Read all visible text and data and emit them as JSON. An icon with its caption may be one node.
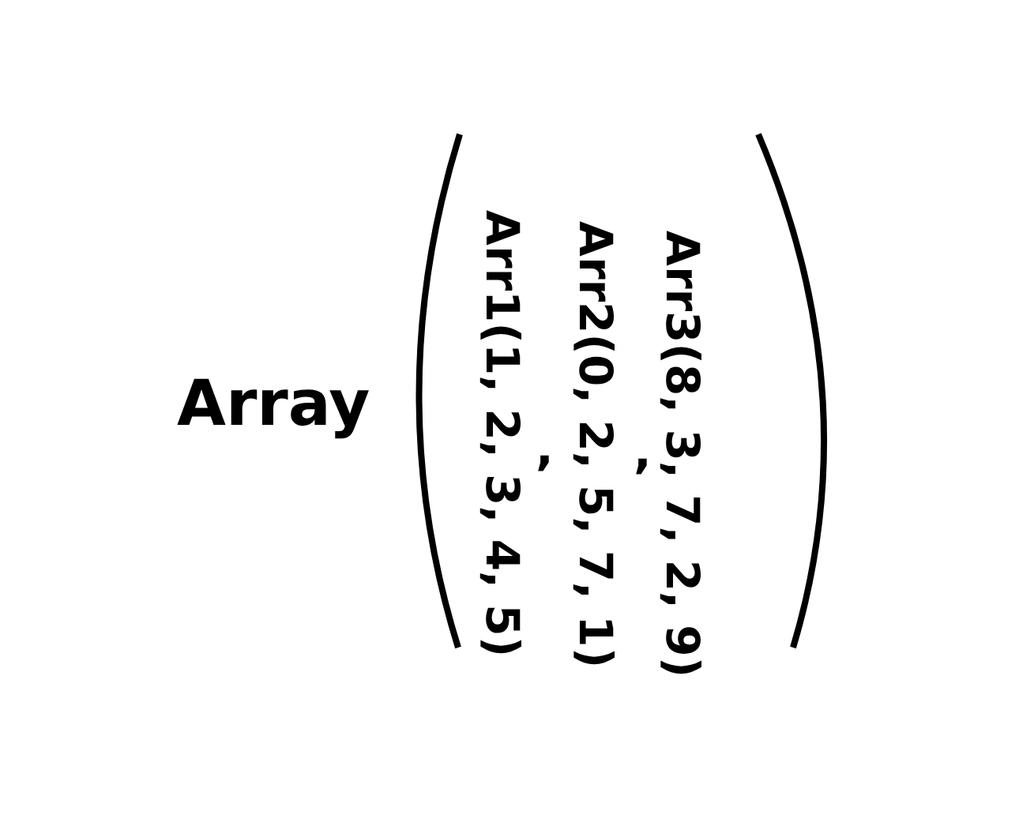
{
  "diagram": {
    "labels": [
      "Array",
      "Arr1(1, 2, 3, 4, 5)",
      ",",
      "Arr2(0, 2, 5, 7, 1)",
      ",",
      "Arr3(8, 3, 7, 2, 9)"
    ]
  }
}
